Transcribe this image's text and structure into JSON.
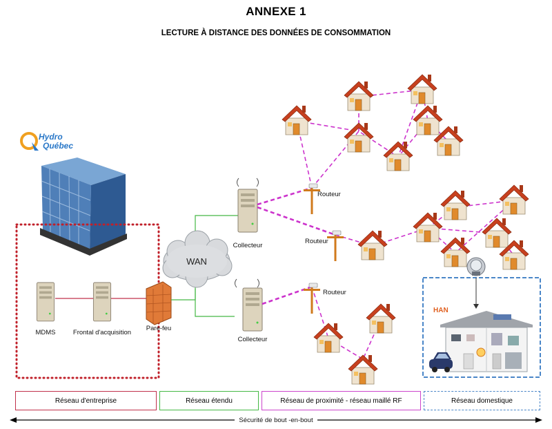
{
  "header": {
    "title": "ANNEXE 1",
    "subtitle": "LECTURE À DISTANCE DES DONNÉES DE CONSOMMATION"
  },
  "logo": {
    "line1": "Hydro",
    "line2": "Québec"
  },
  "nodes": {
    "mdms": "MDMS",
    "frontal": "Frontal d'acquisition",
    "parefeu": "Pare-feu",
    "wan": "WAN",
    "collecteur1": "Collecteur",
    "collecteur2": "Collecteur",
    "routeur1": "Routeur",
    "routeur2": "Routeur",
    "routeur3": "Routeur",
    "han": "HAN"
  },
  "zones": [
    {
      "label": "Réseau d'entreprise",
      "color": "#c0304a"
    },
    {
      "label": "Réseau étendu",
      "color": "#44b844"
    },
    {
      "label": "Réseau de proximité - réseau maillé RF",
      "color": "#cc44cc"
    },
    {
      "label": "Réseau domestique",
      "color": "#4a86c8"
    }
  ],
  "footer": {
    "security": "Sécurité de bout -en-bout"
  },
  "colors": {
    "enterprise": "#c0304a",
    "wan": "#44b844",
    "mesh": "#cc33cc",
    "domestic": "#4a86c8",
    "roof": "#c8401e",
    "house_wall": "#efe3cf",
    "logo": "#2a78c8"
  }
}
